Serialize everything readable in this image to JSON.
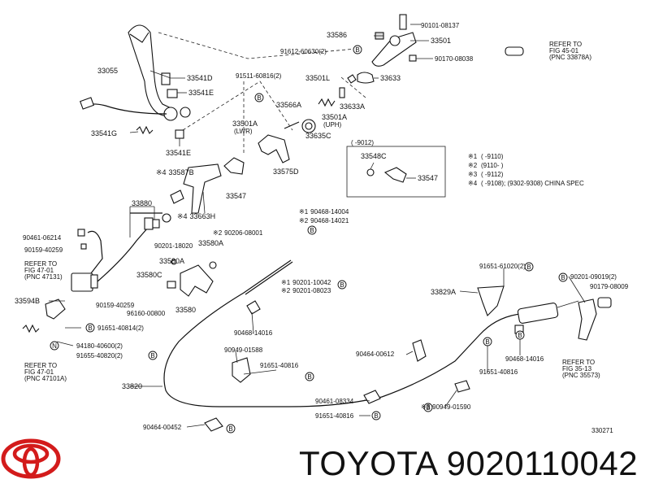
{
  "diagram": {
    "parts": {
      "p90101_08137": "90101-08137",
      "p33586": "33586",
      "p33501": "33501",
      "p91612_60630": "91612-60630(2)",
      "p90170_08038": "90170-08038",
      "p33055": "33055",
      "p33541D": "33541D",
      "p33541E_top": "33541E",
      "p91511_60816": "91511-60816(2)",
      "p33501L": "33501L",
      "p33633": "33633",
      "p33566A": "33566A",
      "p33633A": "33633A",
      "p33501A": "33501A",
      "p33541G": "33541G",
      "p33501A_lwr_a": "33501A",
      "p33501A_lwr_b": "(LWR)",
      "p33541E_bot": "33541E",
      "p33501A_uph_a": "33501A",
      "p33501A_uph_b": "(UPH)",
      "p33635C": "33635C",
      "p33575D": "33575D",
      "p33587B": "33587B",
      "p33547_main": "33547",
      "p33880": "33880",
      "p33663H": "33663H",
      "p90461_06214": "90461-06214",
      "p90159_40259_a": "90159-40259",
      "p90201_18020": "90201-18020",
      "p90206_08001": "90206-08001",
      "p33580A_top": "33580A",
      "p90468_14004": "90468-14004",
      "p90468_14021": "90468-14021",
      "p33580A": "33580A",
      "p33580C": "33580C",
      "p33580": "33580",
      "p90201_10042": "90201-10042",
      "p90201_08023": "90201-08023",
      "p33594B": "33594B",
      "p90159_40259_b": "90159-40259",
      "p96160_00800": "96160-00800",
      "p91651_40814": "91651-40814(2)",
      "p94180_40600": "94180-40600(2)",
      "p91655_40820": "91655-40820(2)",
      "p90468_14016_a": "90468-14016",
      "p90949_01588": "90949-01588",
      "p91651_40816_a": "91651-40816",
      "p33820": "33820",
      "p90461_08334": "90461-08334",
      "p91651_40816_c": "91651-40816",
      "p90464_00452": "90464-00452",
      "p91651_61020": "91651-61020(2)",
      "p90201_09019": "90201-09019(2)",
      "p90179_08009": "90179-08009",
      "p33829A": "33829A",
      "p90464_00612": "90464-00612",
      "p90468_14016_b": "90468-14016",
      "p91651_40816_b": "91651-40816",
      "p90949_01590": "90949-01590",
      "p33548C": "33548C",
      "p33547_inset": "33547",
      "inset_year": "(      -9012)",
      "ref_number": "330271"
    },
    "markers": {
      "b": "B",
      "n": "N",
      "a1": "※1",
      "a2": "※2",
      "a3": "※3",
      "a4": "※4"
    },
    "refs": {
      "r1_1": "REFER TO",
      "r1_2": "FIG 45-01",
      "r1_3": "(PNC 33878A)",
      "r2_1": "REFER TO",
      "r2_2": "FIG 47-01",
      "r2_3": "(PNC 47131)",
      "r3_1": "REFER TO",
      "r3_2": "FIG 47-01",
      "r3_3": "(PNC 47101A)",
      "r4_1": "REFER TO",
      "r4_2": "FIG 35-13",
      "r4_3": "(PNC 35573)"
    },
    "legend": [
      {
        "mark": "※1",
        "text": "(          -9110)"
      },
      {
        "mark": "※2",
        "text": "(9110-          )"
      },
      {
        "mark": "※3",
        "text": "(          -9112)"
      },
      {
        "mark": "※4",
        "text": "(          -9108); (9302-9308) CHINA SPEC"
      }
    ]
  },
  "footer": {
    "brand": "TOYOTA 9020110042"
  }
}
